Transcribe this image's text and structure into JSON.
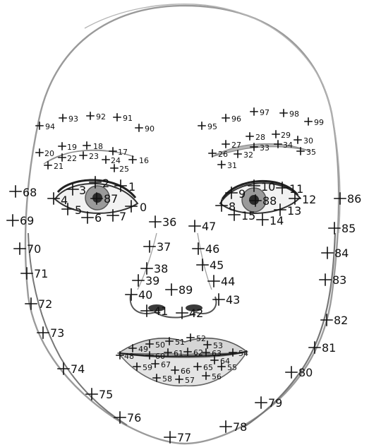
{
  "image": {
    "subject": "Pencil sketch of a face annotated with numbered landmark points",
    "colors": {
      "background": "#ffffff",
      "sketch_line": "#8a8a8a",
      "shadow": "#555555",
      "marker": "#111111"
    }
  },
  "landmarks": [
    {
      "id": "0",
      "label": "0"
    },
    {
      "id": "1",
      "label": "1"
    },
    {
      "id": "2",
      "label": "2"
    },
    {
      "id": "3",
      "label": "3"
    },
    {
      "id": "4",
      "label": "4"
    },
    {
      "id": "5",
      "label": "5"
    },
    {
      "id": "6",
      "label": "6"
    },
    {
      "id": "7",
      "label": "7"
    },
    {
      "id": "8",
      "label": "8"
    },
    {
      "id": "9",
      "label": "9"
    },
    {
      "id": "10",
      "label": "10"
    },
    {
      "id": "11",
      "label": "11"
    },
    {
      "id": "12",
      "label": "12"
    },
    {
      "id": "13",
      "label": "13"
    },
    {
      "id": "14",
      "label": "14"
    },
    {
      "id": "15",
      "label": "15"
    },
    {
      "id": "16",
      "label": "16"
    },
    {
      "id": "17",
      "label": "17"
    },
    {
      "id": "18",
      "label": "18"
    },
    {
      "id": "19",
      "label": "19"
    },
    {
      "id": "20",
      "label": "20"
    },
    {
      "id": "21",
      "label": "21"
    },
    {
      "id": "22",
      "label": "22"
    },
    {
      "id": "23",
      "label": "23"
    },
    {
      "id": "24",
      "label": "24"
    },
    {
      "id": "25",
      "label": "25"
    },
    {
      "id": "26",
      "label": "26"
    },
    {
      "id": "27",
      "label": "27"
    },
    {
      "id": "28",
      "label": "28"
    },
    {
      "id": "29",
      "label": "29"
    },
    {
      "id": "30",
      "label": "30"
    },
    {
      "id": "31",
      "label": "31"
    },
    {
      "id": "32",
      "label": "32"
    },
    {
      "id": "33",
      "label": "33"
    },
    {
      "id": "34",
      "label": "34"
    },
    {
      "id": "35",
      "label": "35"
    },
    {
      "id": "36",
      "label": "36"
    },
    {
      "id": "37",
      "label": "37"
    },
    {
      "id": "38",
      "label": "38"
    },
    {
      "id": "39",
      "label": "39"
    },
    {
      "id": "40",
      "label": "40"
    },
    {
      "id": "41",
      "label": "41"
    },
    {
      "id": "42",
      "label": "42"
    },
    {
      "id": "43",
      "label": "43"
    },
    {
      "id": "44",
      "label": "44"
    },
    {
      "id": "45",
      "label": "45"
    },
    {
      "id": "46",
      "label": "46"
    },
    {
      "id": "47",
      "label": "47"
    },
    {
      "id": "49",
      "label": "49"
    },
    {
      "id": "50",
      "label": "50"
    },
    {
      "id": "51",
      "label": "51"
    },
    {
      "id": "52",
      "label": "52"
    },
    {
      "id": "53",
      "label": "53"
    },
    {
      "id": "54",
      "label": "54"
    },
    {
      "id": "55",
      "label": "55"
    },
    {
      "id": "56",
      "label": "56"
    },
    {
      "id": "57",
      "label": "57"
    },
    {
      "id": "58",
      "label": "58"
    },
    {
      "id": "59",
      "label": "59"
    },
    {
      "id": "60",
      "label": "60"
    },
    {
      "id": "61",
      "label": "61"
    },
    {
      "id": "62",
      "label": "62"
    },
    {
      "id": "63",
      "label": "63"
    },
    {
      "id": "64",
      "label": "64"
    },
    {
      "id": "65",
      "label": "65"
    },
    {
      "id": "66",
      "label": "66"
    },
    {
      "id": "67",
      "label": "67"
    },
    {
      "id": "68",
      "label": "68"
    },
    {
      "id": "69",
      "label": "69"
    },
    {
      "id": "70",
      "label": "70"
    },
    {
      "id": "71",
      "label": "71"
    },
    {
      "id": "72",
      "label": "72"
    },
    {
      "id": "73",
      "label": "73"
    },
    {
      "id": "74",
      "label": "74"
    },
    {
      "id": "75",
      "label": "75"
    },
    {
      "id": "76",
      "label": "76"
    },
    {
      "id": "77",
      "label": "77"
    },
    {
      "id": "78",
      "label": "78"
    },
    {
      "id": "79",
      "label": "79"
    },
    {
      "id": "80",
      "label": "80"
    },
    {
      "id": "81",
      "label": "81"
    },
    {
      "id": "82",
      "label": "82"
    },
    {
      "id": "83",
      "label": "83"
    },
    {
      "id": "84",
      "label": "84"
    },
    {
      "id": "85",
      "label": "85"
    },
    {
      "id": "86",
      "label": "86"
    },
    {
      "id": "87",
      "label": "87"
    },
    {
      "id": "88",
      "label": "88"
    },
    {
      "id": "89",
      "label": "89"
    },
    {
      "id": "90",
      "label": "90"
    },
    {
      "id": "91",
      "label": "91"
    },
    {
      "id": "92",
      "label": "92"
    },
    {
      "id": "93",
      "label": "93"
    },
    {
      "id": "94",
      "label": "94"
    },
    {
      "id": "95",
      "label": "95"
    },
    {
      "id": "96",
      "label": "96"
    },
    {
      "id": "97",
      "label": "97"
    },
    {
      "id": "98",
      "label": "98"
    },
    {
      "id": "99",
      "label": "99"
    },
    {
      "id": "mouth-left",
      "label": "48"
    }
  ]
}
